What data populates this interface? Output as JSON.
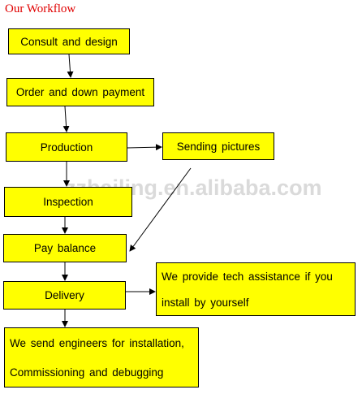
{
  "title": "Our Workflow",
  "colors": {
    "box_fill": "#ffff00",
    "border": "#000000",
    "title": "#e00000",
    "watermark": "#969696"
  },
  "watermark": "zzbailing.en.alibaba.com",
  "nodes": {
    "consult": "Consult  and  design",
    "order": "Order  and  down  payment",
    "production": "Production",
    "sending": "Sending  pictures",
    "inspection": "Inspection",
    "pay": "Pay  balance",
    "delivery": "Delivery",
    "tech": {
      "line1": "We  provide  tech  assistance  if  you",
      "line2": "install  by  yourself"
    },
    "engineers": {
      "line1": "We  send  engineers  for  installation,",
      "line2": "Commissioning  and  debugging"
    }
  }
}
